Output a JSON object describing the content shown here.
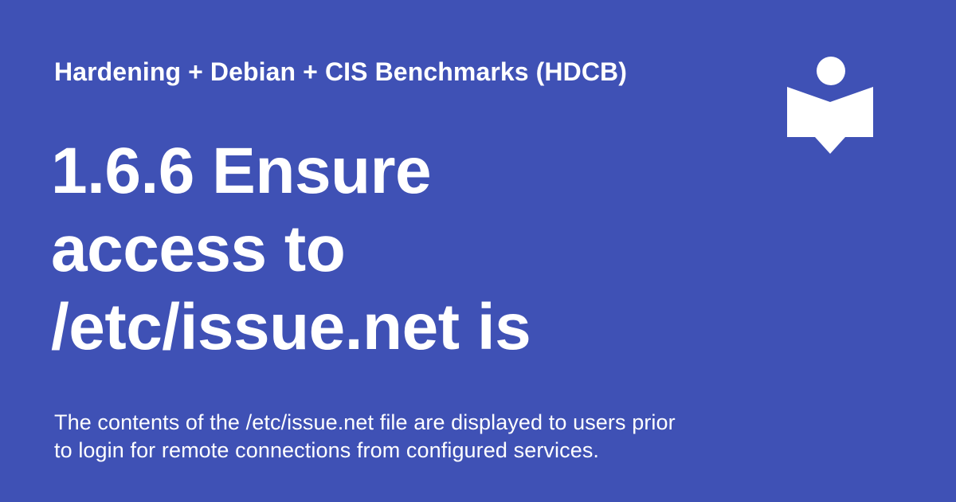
{
  "card": {
    "site_title": "Hardening + Debian + CIS Benchmarks (HDCB)",
    "title": "1.6.6 Ensure\naccess to\n/etc/issue.net is",
    "description": "The contents of the /etc/issue.net file are displayed to users prior\nto login for remote connections from configured services.",
    "logo_icon": "reader-book-icon"
  },
  "colors": {
    "background": "#3f51b5",
    "foreground": "#ffffff"
  }
}
